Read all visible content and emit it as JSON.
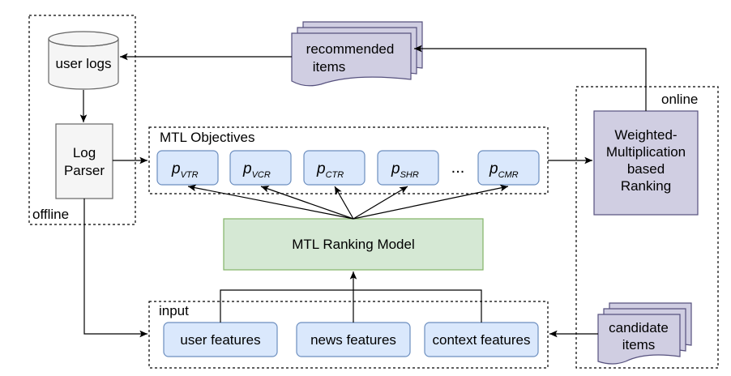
{
  "regions": {
    "offline": "offline",
    "online": "online",
    "objectives": "MTL Objectives",
    "input": "input"
  },
  "nodes": {
    "user_logs": "user logs",
    "log_parser_line1": "Log",
    "log_parser_line2": "Parser",
    "recommended_line1": "recommended",
    "recommended_line2": "items",
    "ranking_line1": "Weighted-",
    "ranking_line2": "Multiplication",
    "ranking_line3": "based",
    "ranking_line4": "Ranking",
    "mtl_model": "MTL Ranking Model",
    "candidate_line1": "candidate",
    "candidate_line2": "items"
  },
  "objectives": [
    {
      "base": "p",
      "sub": "VTR"
    },
    {
      "base": "p",
      "sub": "VCR"
    },
    {
      "base": "p",
      "sub": "CTR"
    },
    {
      "base": "p",
      "sub": "SHR"
    },
    {
      "base": "p",
      "sub": "CMR"
    }
  ],
  "ellipsis": "...",
  "features": [
    "user features",
    "news features",
    "context features"
  ],
  "colors": {
    "blue_fill": "#dae8fc",
    "blue_stroke": "#6c8ebf",
    "green_fill": "#d5e8d4",
    "green_stroke": "#82b366",
    "purple_fill": "#d0cee2",
    "purple_stroke": "#56517e",
    "gray_fill": "#f5f5f5",
    "gray_stroke": "#666666"
  }
}
